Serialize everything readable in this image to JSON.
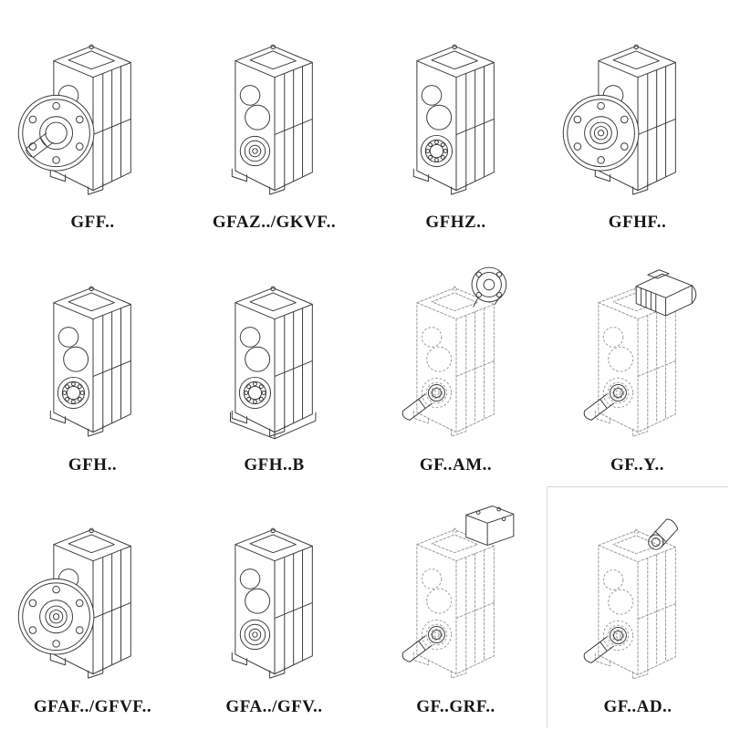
{
  "page": {
    "background": "#ffffff",
    "colors": {
      "solid_line": "#3c3c3c",
      "dashed_line": "#9b9b9b",
      "label": "#161616"
    }
  },
  "catalog": {
    "description": "gear-reducer-model-drawings",
    "items": [
      {
        "label": "GFF..",
        "drawing": "gearbox-flange-shaft"
      },
      {
        "label": "GFAZ../GKVF..",
        "drawing": "gearbox-hollow-shaft"
      },
      {
        "label": "GFHZ..",
        "drawing": "gearbox-bearing"
      },
      {
        "label": "GFHF..",
        "drawing": "gearbox-flange-hollow"
      },
      {
        "label": "GFH..",
        "drawing": "gearbox-bearing"
      },
      {
        "label": "GFH..B",
        "drawing": "gearbox-bearing-base"
      },
      {
        "label": "GF..AM..",
        "drawing": "gearbox-phantom-input-flange"
      },
      {
        "label": "GF..Y..",
        "drawing": "gearbox-phantom-motor"
      },
      {
        "label": "GFAF../GFVF..",
        "drawing": "gearbox-flange-hollow"
      },
      {
        "label": "GFA../GFV..",
        "drawing": "gearbox-hollow-shaft"
      },
      {
        "label": "GF..GRF..",
        "drawing": "gearbox-phantom-cover-block"
      },
      {
        "label": "GF..AD..",
        "drawing": "gearbox-phantom-input-shaft"
      }
    ]
  }
}
